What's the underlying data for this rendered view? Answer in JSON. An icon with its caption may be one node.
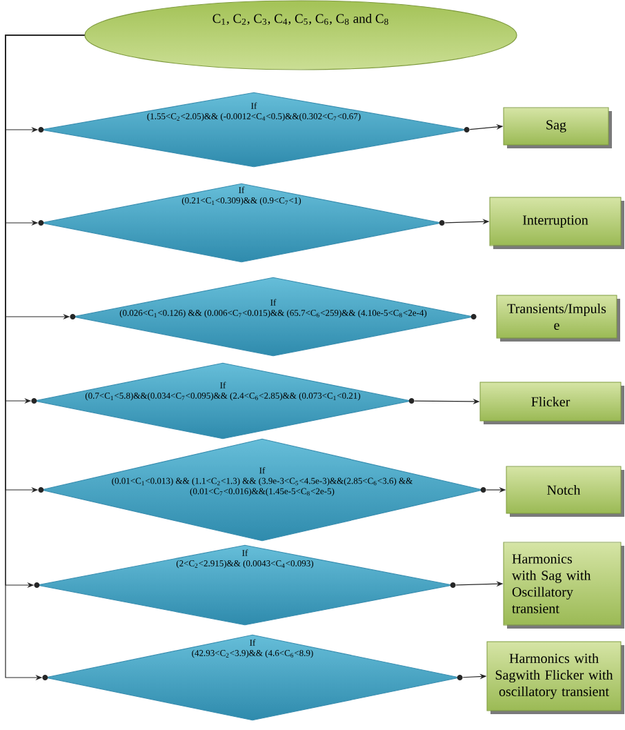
{
  "diagram": {
    "nodes": [
      {
        "text": [
          "C$_{1}$, C$_{2}$, C$_{3}$, C$_{4}$, C$_{5}$, C$_{6}$, C$_{8}$ and C$_{8}$"
        ]
      },
      {
        "text": [
          "If",
          "(1.55<C$_{2}$<2.05)&& (-0.0012<C$_{4}$<0.5)&&(0.302<C$_{7}$<0.67)"
        ]
      },
      {
        "text": [
          "Sag"
        ]
      },
      {
        "text": [
          "If",
          "(0.21<C$_{1}$<0.309)&& (0.9<C$_{7}$<1)"
        ]
      },
      {
        "text": [
          "Interruption"
        ]
      },
      {
        "text": [
          "If",
          "(0.026<C$_{1}$<0.126) && (0.006<C$_{7}$<0.015)&& (65.7<C$_{6}$<259)&& (4.10e-5<C$_{8}$<2e-4)"
        ]
      },
      {
        "text": [
          "Transients/Impuls e"
        ]
      },
      {
        "text": [
          "If",
          "(0.7<C$_{1}$<5.8)&&(0.034<C$_{7}$<0.095)&& (2.4<C$_{6}$<2.85)&& (0.073<C$_{1}$<0.21)"
        ]
      },
      {
        "text": [
          "Flicker"
        ]
      },
      {
        "text": [
          "If",
          "(0.01<C$_{1}$<0.013) && (1.1<C$_{2}$<1.3) && (3.9e-3<C$_{5}$<4.5e-3)&&(2.85<C$_{6}$<3.6) && (0.01<C$_{7}$<0.016)&&(1.45e-5<C$_{8}$<2e-5)"
        ]
      },
      {
        "text": [
          "Notch"
        ]
      },
      {
        "text": [
          "If",
          "(2<C$_{2}$<2.915)&& (0.0043<C$_{4}$<0.093)"
        ]
      },
      {
        "text": [
          "Harmonics with Sag with Oscillatory transient"
        ]
      },
      {
        "text": [
          "If",
          "(42.93<C$_{2}$<3.9)&& (4.6<C$_{6}$<8.9)"
        ]
      },
      {
        "text": [
          "Harmonics with Sagwith Flicker with oscillatory transient"
        ]
      }
    ],
    "edges": [
      {
        "from": 0,
        "to": 1,
        "arrow": "to"
      },
      {
        "from": 0,
        "to": 3,
        "arrow": "to"
      },
      {
        "from": 0,
        "to": 5,
        "arrow": "to"
      },
      {
        "from": 0,
        "to": 7,
        "arrow": "to"
      },
      {
        "from": 0,
        "to": 9,
        "arrow": "to"
      },
      {
        "from": 0,
        "to": 11,
        "arrow": "to"
      },
      {
        "from": 0,
        "to": 13,
        "arrow": "to"
      },
      {
        "from": 1,
        "to": 2,
        "arrow": "to"
      },
      {
        "from": 3,
        "to": 4,
        "arrow": "to"
      },
      {
        "from": 7,
        "to": 8,
        "arrow": "to"
      },
      {
        "from": 9,
        "to": 10,
        "arrow": "to"
      },
      {
        "from": 11,
        "to": 12,
        "arrow": "to"
      },
      {
        "from": 13,
        "to": 14,
        "arrow": "to"
      }
    ]
  }
}
